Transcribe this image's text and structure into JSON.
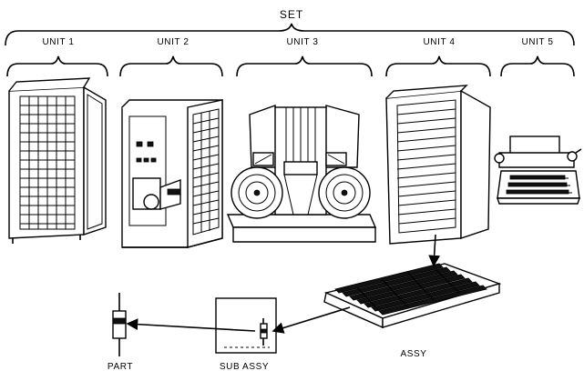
{
  "labels": {
    "set": "SET",
    "unit1": "UNIT 1",
    "unit2": "UNIT 2",
    "unit3": "UNIT 3",
    "unit4": "UNIT 4",
    "unit5": "UNIT 5",
    "assy": "ASSY",
    "sub_assy": "SUB ASSY",
    "part": "PART"
  }
}
